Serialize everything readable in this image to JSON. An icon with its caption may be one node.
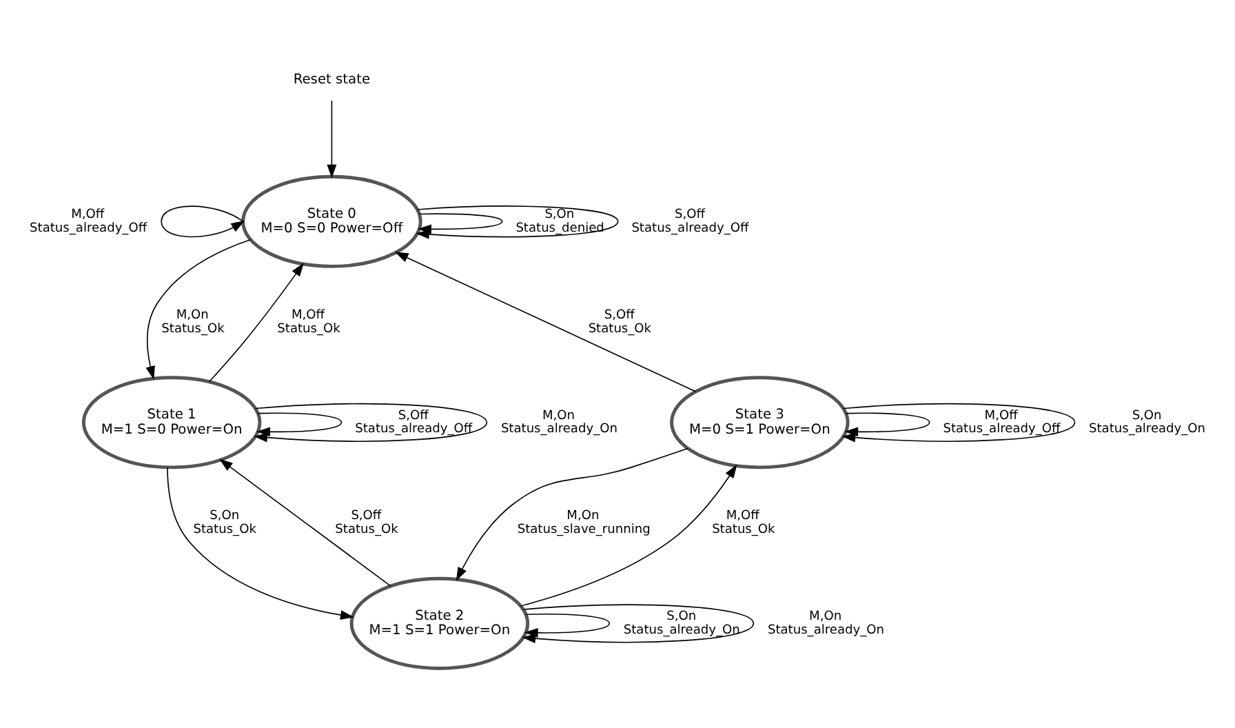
{
  "diagram": {
    "nodes": [
      {
        "text": [
          "State 0",
          "M=0 S=0 Power=Off"
        ]
      },
      {
        "text": [
          "State 1",
          "M=1 S=0 Power=On"
        ]
      },
      {
        "text": [
          "State 2",
          "M=1 S=1 Power=On"
        ]
      },
      {
        "text": [
          "State 3",
          "M=0 S=1 Power=On"
        ]
      },
      {
        "text": [
          "Reset state"
        ]
      }
    ],
    "edges": [
      {
        "from": 0,
        "to": 0,
        "arrow": "to",
        "label": "S,On Status_denied"
      },
      {
        "from": 0,
        "to": 0,
        "arrow": "to",
        "label": "M,Off Status_already_Off"
      },
      {
        "from": 4,
        "to": 0,
        "arrow": "to"
      },
      {
        "from": 0,
        "to": 0,
        "arrow": "to",
        "label": "S,Off Status_already_Off"
      },
      {
        "from": 0,
        "to": 1,
        "arrow": "to",
        "label": "M,On Status_Ok"
      },
      {
        "from": 1,
        "to": 0,
        "arrow": "to",
        "label": "M,Off Status_Ok"
      },
      {
        "from": 1,
        "to": 1,
        "arrow": "to",
        "label": "S,Off Status_already_Off"
      },
      {
        "from": 1,
        "to": 1,
        "arrow": "to",
        "label": "M,On Status_already_On"
      },
      {
        "from": 2,
        "to": 1,
        "arrow": "to",
        "label": "S,Off Status_Ok"
      },
      {
        "from": 1,
        "to": 2,
        "arrow": "to",
        "label": "S,On Status_Ok"
      },
      {
        "from": 3,
        "to": 0,
        "arrow": "to",
        "label": "S,Off Status_Ok"
      },
      {
        "from": 2,
        "to": 2,
        "arrow": "to",
        "label": "S,On Status_already_On"
      },
      {
        "from": 3,
        "to": 3,
        "arrow": "to",
        "label": "M,Off Status_already_Off"
      },
      {
        "from": 3,
        "to": 2,
        "arrow": "to",
        "label": "M,On Status_slave_running"
      },
      {
        "from": 2,
        "to": 3,
        "arrow": "to",
        "label": "M,Off Status_Ok"
      },
      {
        "from": 3,
        "to": 3,
        "arrow": "to",
        "label": "S,On Status_already_On"
      },
      {
        "from": 2,
        "to": 2,
        "arrow": "to",
        "label": "M,On Status_already_On"
      }
    ]
  }
}
